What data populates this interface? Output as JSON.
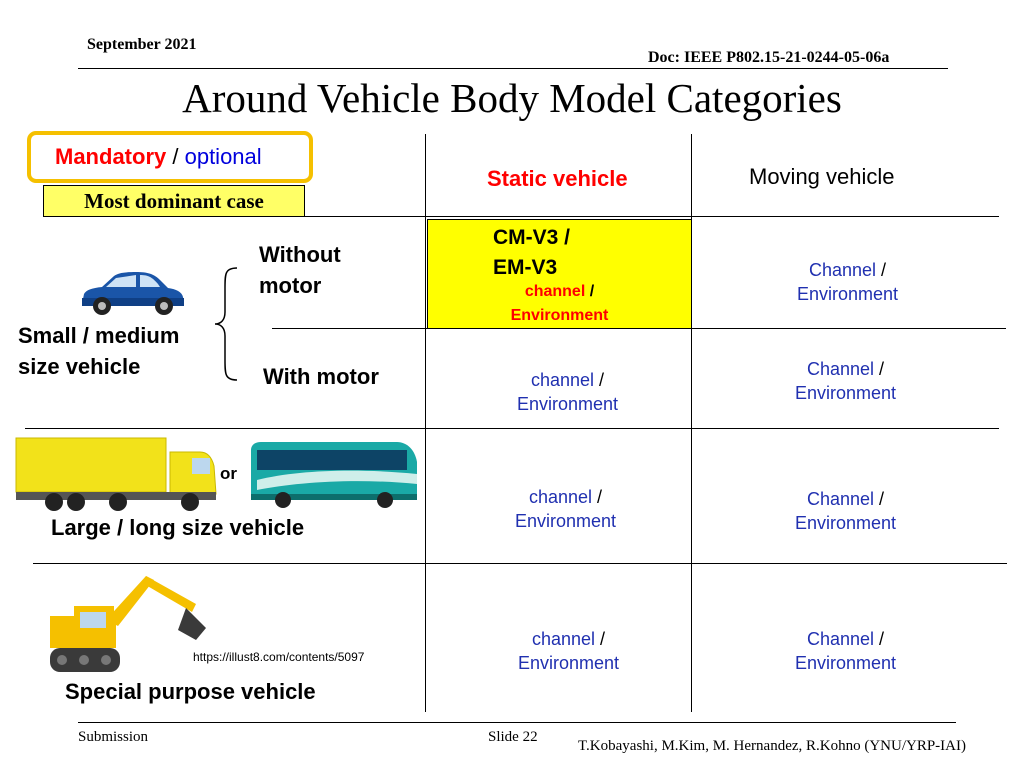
{
  "header": {
    "date": "September 2021",
    "doc": "Doc: IEEE P802.15-21-0244-05-06a"
  },
  "title": "Around Vehicle Body Model Categories",
  "legend": {
    "mandatory": "Mandatory",
    "slash": " / ",
    "optional": "optional",
    "dominant": "Most dominant case"
  },
  "columns": {
    "static": "Static vehicle",
    "moving": "Moving vehicle"
  },
  "rows": {
    "without_motor": [
      "Without",
      "motor"
    ],
    "with_motor": "With motor",
    "small_medium": [
      "Small / medium",
      "size vehicle"
    ],
    "or": "or",
    "large_long": "Large / long size vehicle",
    "special": "Special purpose vehicle"
  },
  "cells": {
    "static_without": {
      "line1": "CM-V3 /",
      "line2": "EM-V3",
      "channel": "channel",
      "slash": " /",
      "environment": "Environment"
    },
    "moving_without": {
      "channel": "Channel",
      "slash": " /",
      "environment": "Environment"
    },
    "static_with": {
      "channel": "channel",
      "slash": " /",
      "environment": "Environment"
    },
    "moving_with": {
      "channel": "Channel",
      "slash": " /",
      "environment": "Environment"
    },
    "static_large": {
      "channel": "channel",
      "slash": " /",
      "environment": "Environment"
    },
    "moving_large": {
      "channel": "Channel",
      "slash": " /",
      "environment": "Environment"
    },
    "static_special": {
      "channel": "channel",
      "slash": " /",
      "environment": "Environment"
    },
    "moving_special": {
      "channel": "Channel",
      "slash": " /",
      "environment": "Environment"
    }
  },
  "image_credit": "https://illust8.com/contents/5097",
  "footer": {
    "submission": "Submission",
    "slide": "Slide 22",
    "authors": "T.Kobayashi, M.Kim, M. Hernandez, R.Kohno (YNU/YRP-IAI)"
  },
  "colors": {
    "mandatory": "#ff0000",
    "optional": "#0000dd",
    "legend_border": "#f5c000",
    "dominant_fill": "#ffff66",
    "highlight_cell": "#ffff00",
    "cell_text": "#2030b0"
  },
  "icons": [
    "sedan-car-icon",
    "truck-icon",
    "bus-icon",
    "excavator-icon"
  ]
}
